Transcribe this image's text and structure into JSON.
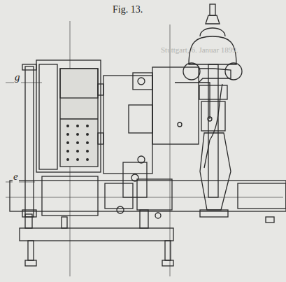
{
  "diagram": {
    "labels": [
      "Fig. 13.",
      "g",
      "e",
      "Stuttgart, 6. Januar 1899."
    ]
  }
}
